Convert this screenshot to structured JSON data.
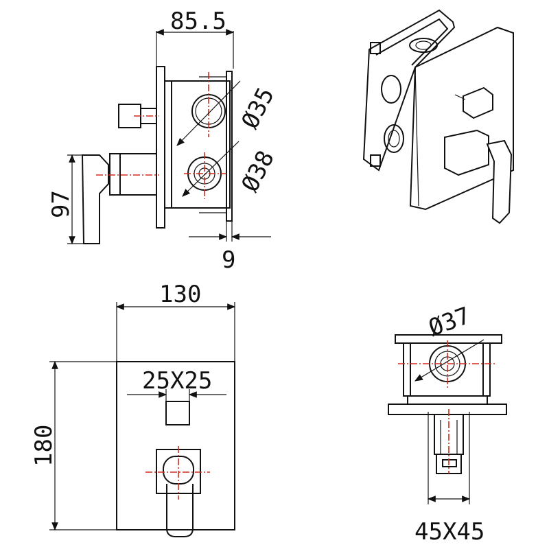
{
  "dimensions": {
    "depth": "85.5",
    "outlet_large": "Ø35",
    "outlet_small": "Ø38",
    "handle_height": "97",
    "plate_gap": "9",
    "plate_width": "130",
    "plate_height": "180",
    "square_knob": "25X25",
    "hole_diameter": "Ø37",
    "box_section": "45X45"
  },
  "colors": {
    "line": "#111111",
    "centerline": "#d42a1a"
  }
}
